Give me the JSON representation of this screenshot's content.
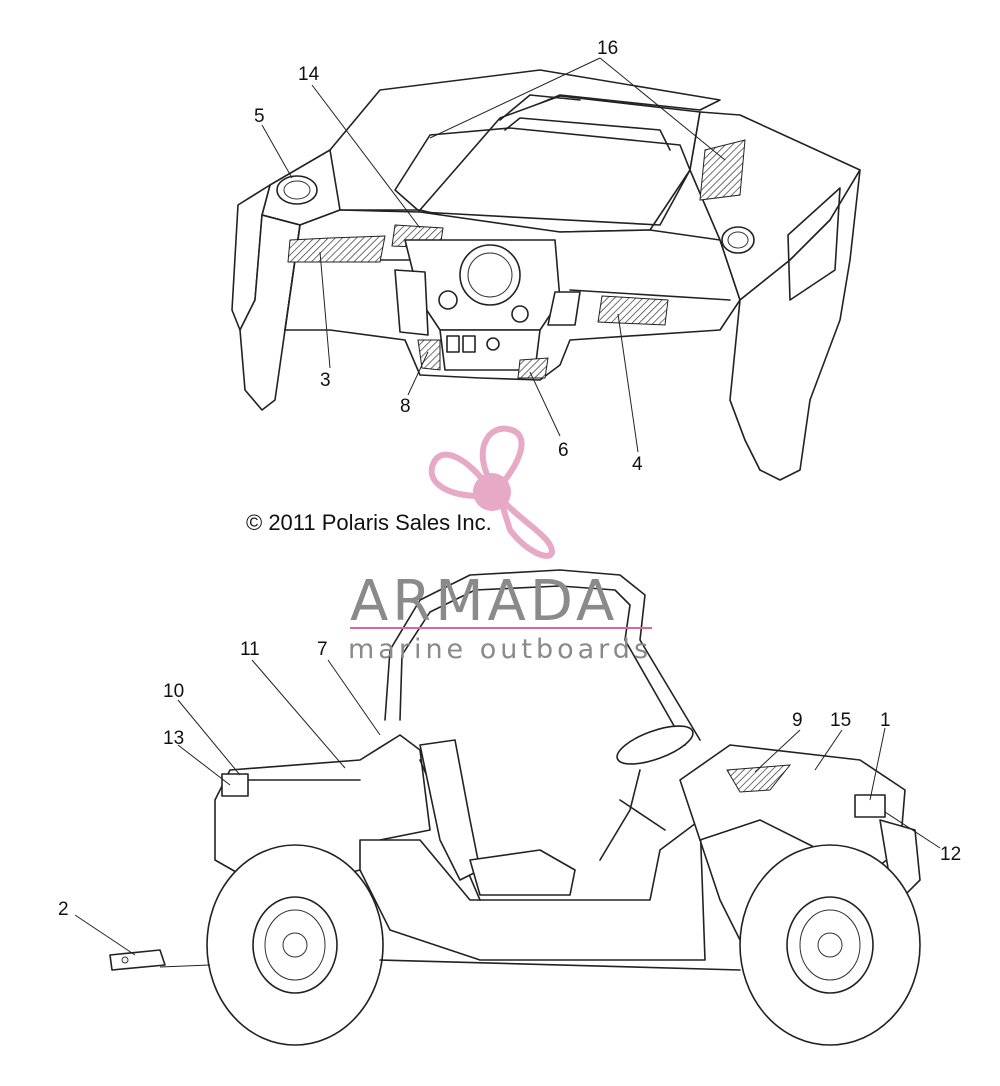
{
  "copyright": "© 2011 Polaris Sales Inc.",
  "watermark": {
    "title": "ARMADA",
    "subtitle": "marine outboards",
    "brand_color": "#d9679c",
    "logo_color": "#e6a9c6"
  },
  "callouts": {
    "c1": "1",
    "c2": "2",
    "c3": "3",
    "c4": "4",
    "c5": "5",
    "c6": "6",
    "c7": "7",
    "c8": "8",
    "c9": "9",
    "c10": "10",
    "c11": "11",
    "c12": "12",
    "c13": "13",
    "c14": "14",
    "c15": "15",
    "c16": "16"
  }
}
